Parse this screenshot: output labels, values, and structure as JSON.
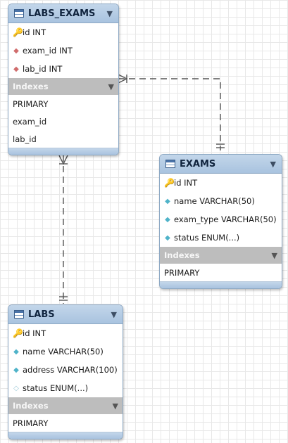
{
  "tables": {
    "labs_exams": {
      "name": "LABS_EXAMS",
      "columns": [
        {
          "text": "id INT",
          "kind": "primary-key"
        },
        {
          "text": "exam_id INT",
          "kind": "foreign-key"
        },
        {
          "text": "lab_id INT",
          "kind": "foreign-key"
        }
      ],
      "indexes_label": "Indexes",
      "indexes": [
        "PRIMARY",
        "exam_id",
        "lab_id"
      ]
    },
    "exams": {
      "name": "EXAMS",
      "columns": [
        {
          "text": "id INT",
          "kind": "primary-key"
        },
        {
          "text": "name VARCHAR(50)",
          "kind": "not-null"
        },
        {
          "text": "exam_type VARCHAR(50)",
          "kind": "not-null"
        },
        {
          "text": "status ENUM(...)",
          "kind": "not-null"
        }
      ],
      "indexes_label": "Indexes",
      "indexes": [
        "PRIMARY"
      ]
    },
    "labs": {
      "name": "LABS",
      "columns": [
        {
          "text": "id INT",
          "kind": "primary-key"
        },
        {
          "text": "name VARCHAR(50)",
          "kind": "not-null"
        },
        {
          "text": "address VARCHAR(100)",
          "kind": "not-null"
        },
        {
          "text": "status ENUM(...)",
          "kind": "nullable"
        }
      ],
      "indexes_label": "Indexes",
      "indexes": [
        "PRIMARY"
      ]
    }
  },
  "relationships": [
    {
      "from": "LABS_EXAMS",
      "to": "EXAMS",
      "cardinality": "many-to-one",
      "identifying": false
    },
    {
      "from": "LABS_EXAMS",
      "to": "LABS",
      "cardinality": "many-to-one",
      "identifying": false
    }
  ],
  "colors": {
    "header": "#a9c3df",
    "border": "#8ea9c4",
    "indexes_bar": "#bdbdbd",
    "connector": "#555555",
    "primary_key": "#e2b800",
    "foreign_key": "#d06c6c",
    "not_null": "#4fb3c9"
  }
}
